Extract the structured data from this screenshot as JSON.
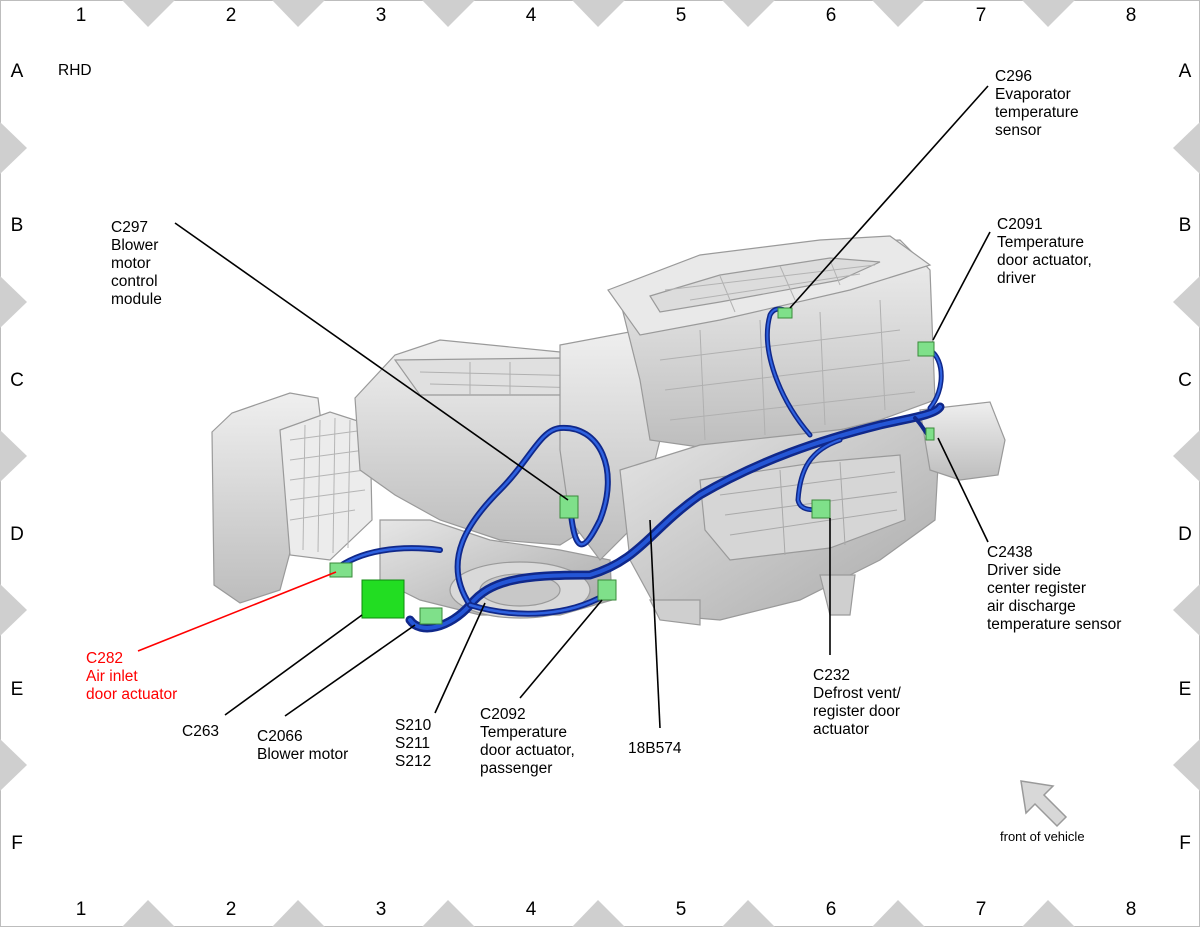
{
  "grid": {
    "columns": [
      "1",
      "2",
      "3",
      "4",
      "5",
      "6",
      "7",
      "8"
    ],
    "rows": [
      "A",
      "B",
      "C",
      "D",
      "E",
      "F"
    ]
  },
  "orientation_label": "RHD",
  "front_label": "front of vehicle",
  "callouts": {
    "c296": [
      "C296",
      "Evaporator",
      "temperature",
      "sensor"
    ],
    "c297": [
      "C297",
      "Blower",
      "motor",
      "control",
      "module"
    ],
    "c2091": [
      "C2091",
      "Temperature",
      "door actuator,",
      "driver"
    ],
    "c2438": [
      "C2438",
      "Driver side",
      "center register",
      "air discharge",
      "temperature sensor"
    ],
    "c282": [
      "C282",
      "Air inlet",
      "door actuator"
    ],
    "c263": [
      "C263"
    ],
    "c2066": [
      "C2066",
      "Blower motor"
    ],
    "s210": [
      "S210",
      "S211",
      "S212"
    ],
    "c2092": [
      "C2092",
      "Temperature",
      "door actuator,",
      "passenger"
    ],
    "harness": [
      "18B574"
    ],
    "c232": [
      "C232",
      "Defrost vent/",
      "register door",
      "actuator"
    ]
  },
  "colors": {
    "highlight_text": "#ff0000",
    "harness": "#1a3fb0",
    "connector": "#7fe08a",
    "highlight_connector": "#22dd22",
    "housing": "#d4d4d4",
    "frame_marker": "#cfcfcf"
  }
}
